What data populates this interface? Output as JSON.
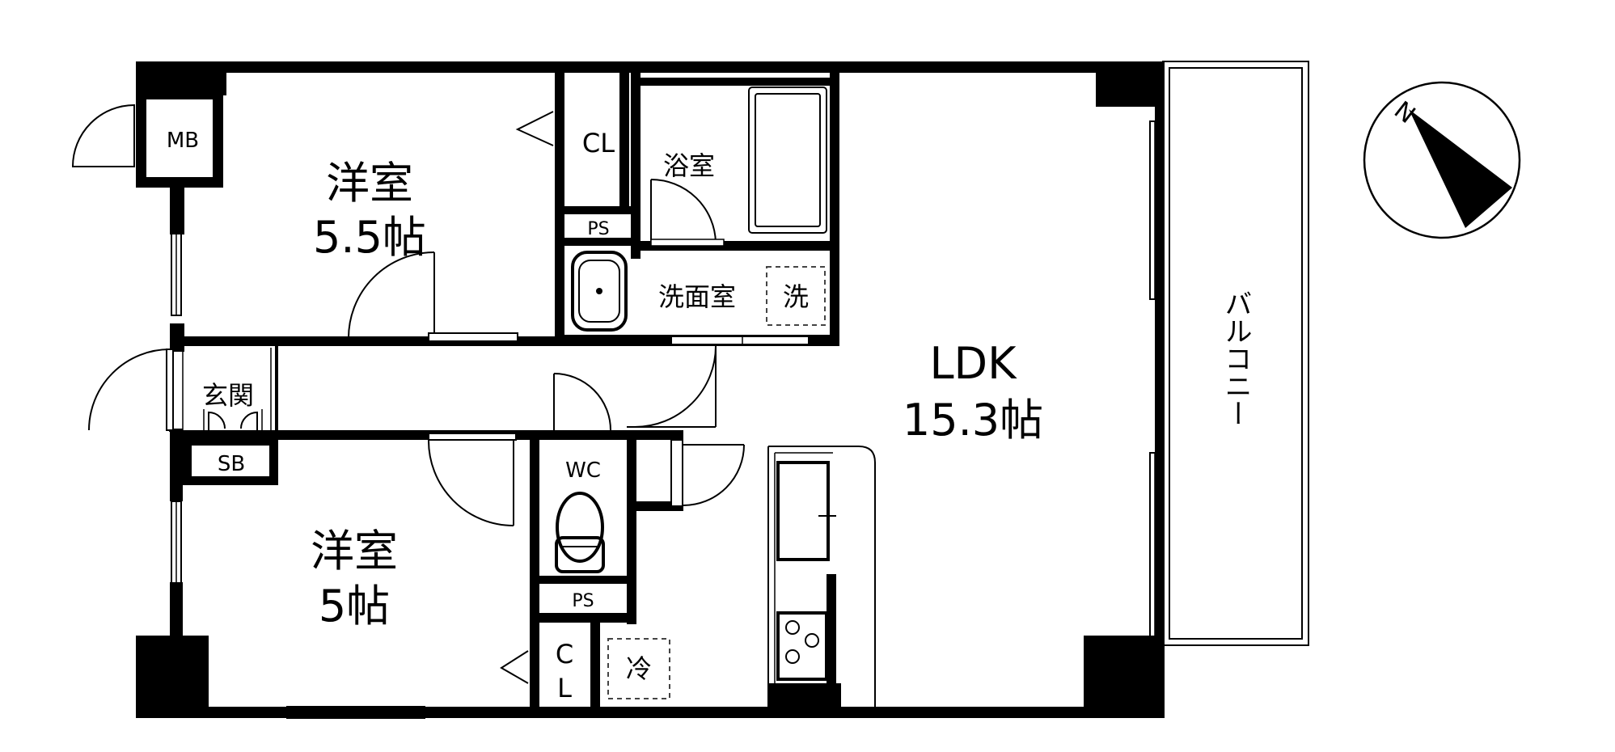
{
  "rooms": {
    "western_room_1": {
      "name": "洋室",
      "size": "5.5帖"
    },
    "western_room_2": {
      "name": "洋室",
      "size": "5帖"
    },
    "ldk": {
      "name": "LDK",
      "size": "15.3帖"
    },
    "bathroom": "浴室",
    "washroom": "洗面室",
    "washer": "洗",
    "entrance": "玄関",
    "toilet": "WC",
    "fridge": "冷",
    "balcony": "バルコニー"
  },
  "storage": {
    "meter_box": "MB",
    "closet_1": "CL",
    "closet_2_top": "C",
    "closet_2_bottom": "L",
    "pipe_space_1": "PS",
    "pipe_space_2": "PS",
    "shoe_box": "SB"
  },
  "compass": {
    "north": "N"
  }
}
